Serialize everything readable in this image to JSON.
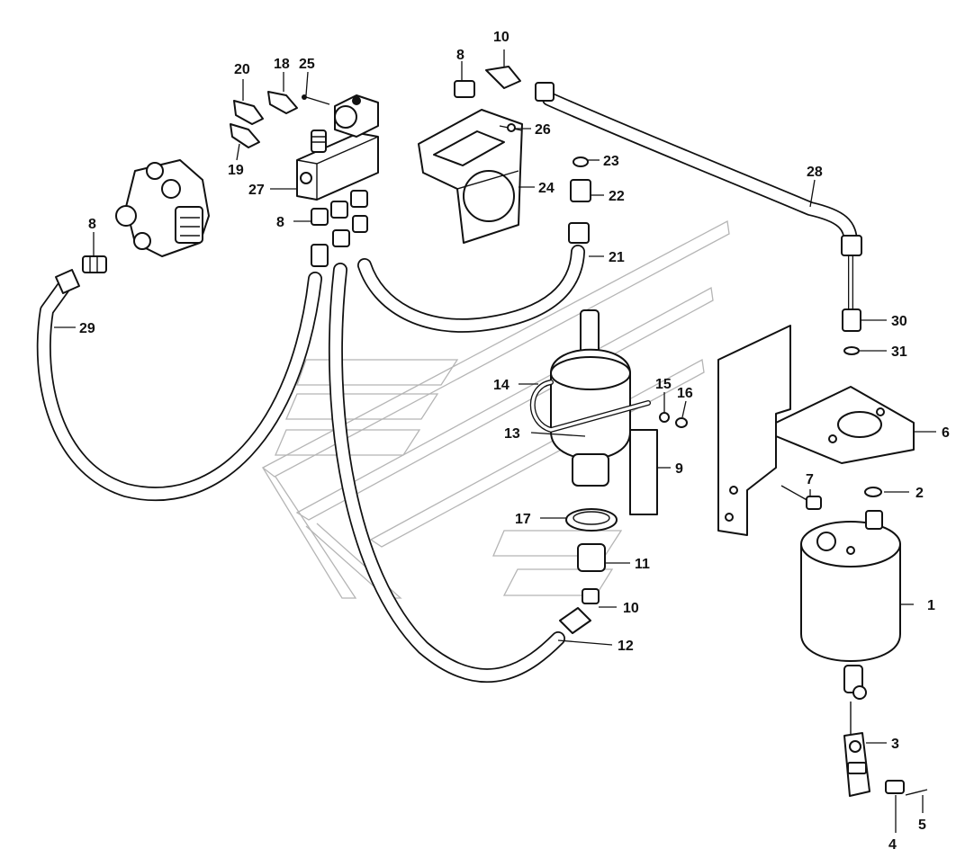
{
  "diagram": {
    "colors": {
      "line": "#111111",
      "background": "#ffffff",
      "watermark": "#b5b5b5"
    },
    "callouts": [
      {
        "id": "p1",
        "label": "1"
      },
      {
        "id": "p2",
        "label": "2"
      },
      {
        "id": "p3",
        "label": "3"
      },
      {
        "id": "p4",
        "label": "4"
      },
      {
        "id": "p5",
        "label": "5"
      },
      {
        "id": "p6",
        "label": "6"
      },
      {
        "id": "p7",
        "label": "7"
      },
      {
        "id": "p8a",
        "label": "8"
      },
      {
        "id": "p8b",
        "label": "8"
      },
      {
        "id": "p8c",
        "label": "8"
      },
      {
        "id": "p9",
        "label": "9"
      },
      {
        "id": "p10a",
        "label": "10"
      },
      {
        "id": "p10b",
        "label": "10"
      },
      {
        "id": "p11",
        "label": "11"
      },
      {
        "id": "p12",
        "label": "12"
      },
      {
        "id": "p13",
        "label": "13"
      },
      {
        "id": "p14",
        "label": "14"
      },
      {
        "id": "p15",
        "label": "15"
      },
      {
        "id": "p16",
        "label": "16"
      },
      {
        "id": "p17",
        "label": "17"
      },
      {
        "id": "p18",
        "label": "18"
      },
      {
        "id": "p19",
        "label": "19"
      },
      {
        "id": "p20",
        "label": "20"
      },
      {
        "id": "p21",
        "label": "21"
      },
      {
        "id": "p22",
        "label": "22"
      },
      {
        "id": "p23",
        "label": "23"
      },
      {
        "id": "p24",
        "label": "24"
      },
      {
        "id": "p25",
        "label": "25"
      },
      {
        "id": "p26",
        "label": "26"
      },
      {
        "id": "p27",
        "label": "27"
      },
      {
        "id": "p28",
        "label": "28"
      },
      {
        "id": "p29",
        "label": "29"
      },
      {
        "id": "p30",
        "label": "30"
      },
      {
        "id": "p31",
        "label": "31"
      }
    ]
  }
}
